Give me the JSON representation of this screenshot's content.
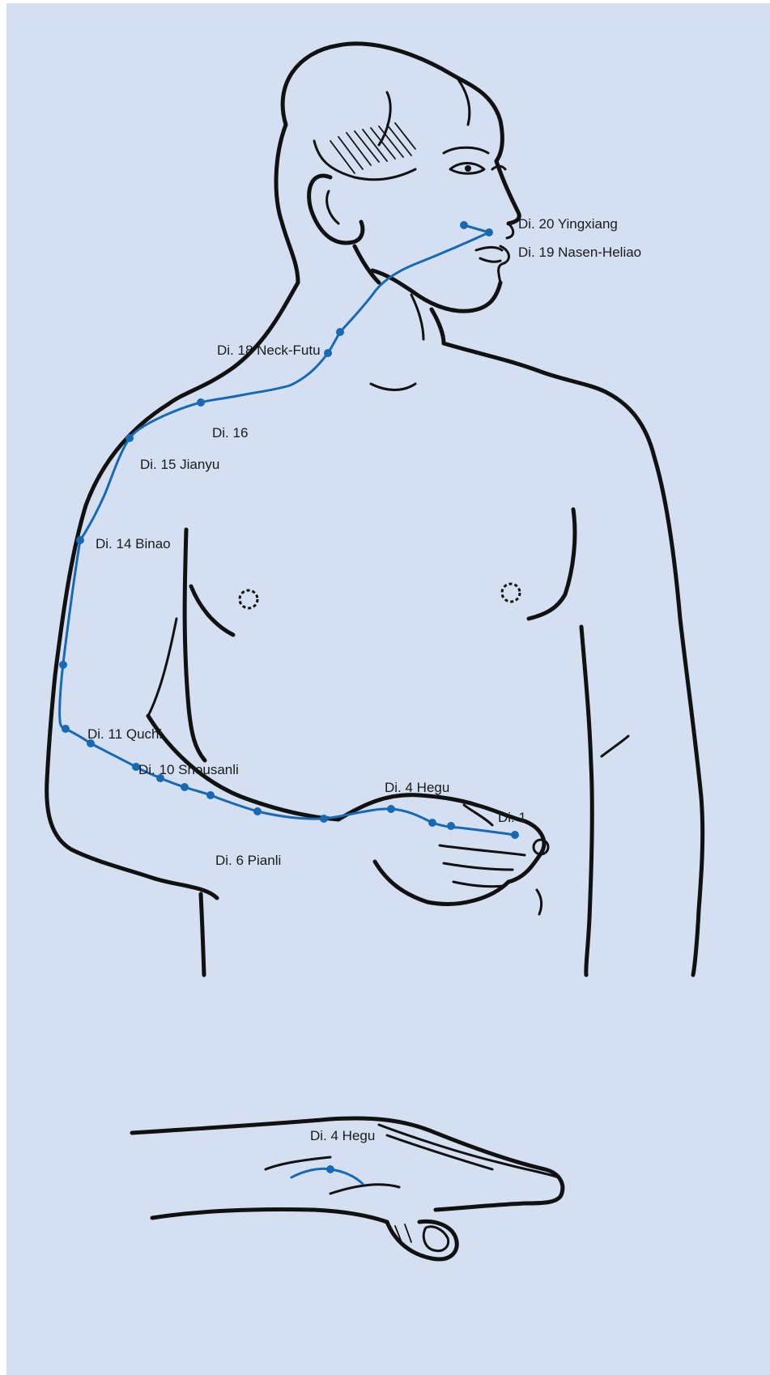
{
  "colors": {
    "background": "#d4e0f2",
    "outline": "#111111",
    "meridian": "#1769b3"
  },
  "labels": {
    "di20": "Di. 20 Yingxiang",
    "di19": "Di. 19 Nasen-Heliao",
    "di18": "Di. 18 Neck-Futu",
    "di16": "Di. 16",
    "di15": "Di. 15 Jianyu",
    "di14": "Di. 14 Binao",
    "di11": "Di. 11 Quchi",
    "di10": "Di. 10 Shousanli",
    "di4": "Di. 4 Hegu",
    "di1": "Di. 1",
    "di6": "Di. 6 Pianli",
    "di4_hand": "Di. 4 Hegu"
  }
}
